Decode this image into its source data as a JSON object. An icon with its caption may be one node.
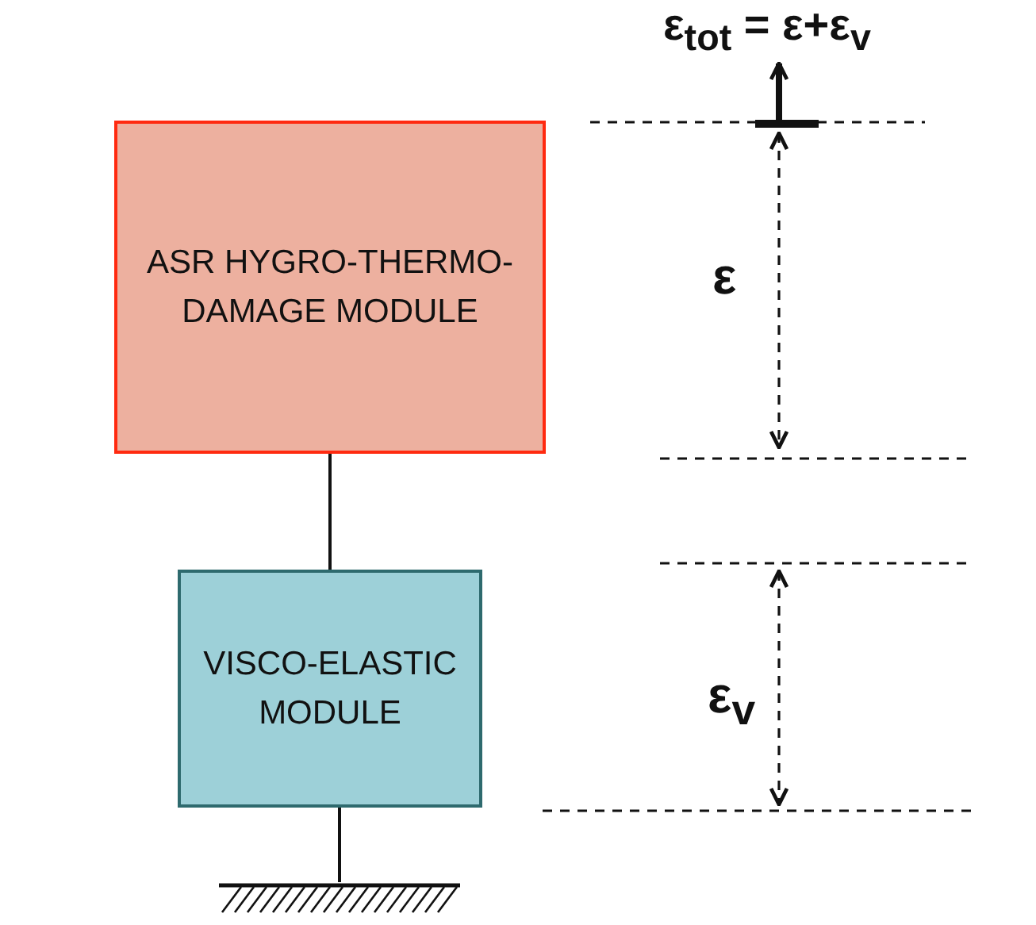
{
  "diagram": {
    "nodes": [
      {
        "text": [
          "ASR HYGRO-THERMO-DAMAGE MODULE"
        ]
      },
      {
        "text": [
          "VISCO-ELASTIC MODULE"
        ]
      },
      {
        "text": [],
        "shape": "ground"
      }
    ],
    "edges": [
      {
        "from": 0,
        "to": 1,
        "arrow": "none"
      },
      {
        "from": 1,
        "to": 2,
        "arrow": "none"
      }
    ],
    "labels": [
      "ε$_{tot}$ = ε+ε$_{v}$",
      "ε",
      "ε$_{v}$"
    ]
  }
}
